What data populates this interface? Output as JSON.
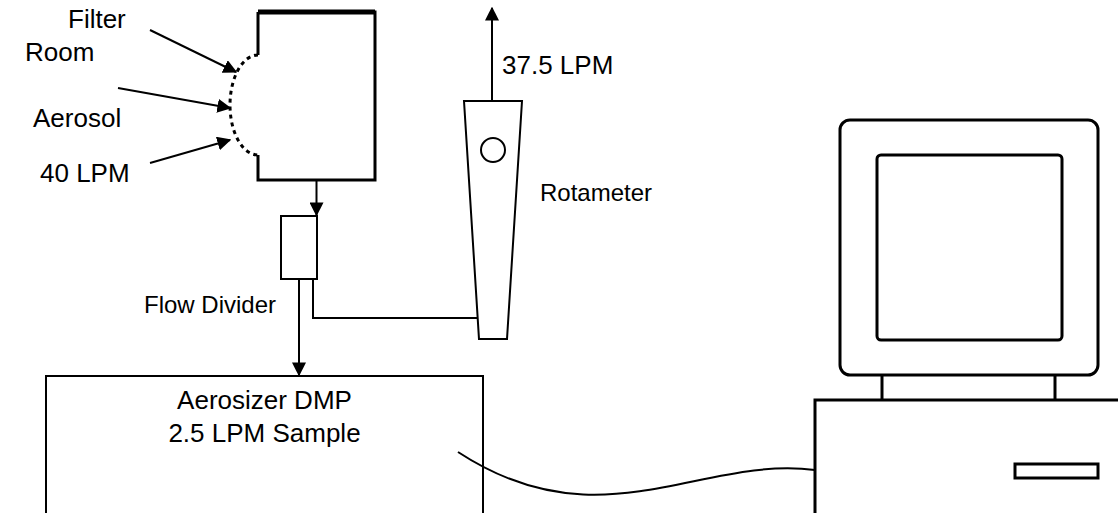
{
  "diagram": {
    "nodes": [
      {
        "text": [
          "Filter"
        ]
      },
      {
        "text": [
          "Flow Divider"
        ]
      },
      {
        "text": [
          "Rotameter"
        ]
      },
      {
        "text": [
          "Aerosizer DMP",
          "2.5 LPM Sample"
        ]
      }
    ],
    "edges": [
      {
        "from": 0,
        "to": 1,
        "arrow": "to"
      },
      {
        "from": 1,
        "to": 3,
        "arrow": "to"
      },
      {
        "from": 1,
        "to": 2,
        "arrow": "none"
      }
    ],
    "labels": [
      "Room",
      "Aerosol",
      "40 LPM",
      "37.5 LPM"
    ]
  }
}
